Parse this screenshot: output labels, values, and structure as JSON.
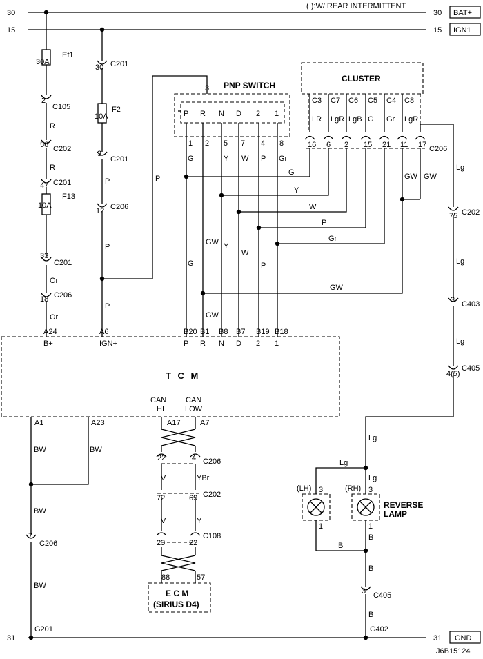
{
  "header": {
    "note": "( ):W/ REAR INTERMITTENT",
    "bus30": "30",
    "bus15": "15",
    "bus31": "31",
    "bat": "BAT+",
    "ign": "IGN1",
    "gnd": "GND"
  },
  "fuses": {
    "ef1": "Ef1",
    "ef1_amp": "30A",
    "f2": "F2",
    "f2_amp": "10A",
    "f13": "F13",
    "f13_amp": "10A"
  },
  "connectors": {
    "c105": "C105",
    "c202": "C202",
    "c201": "C201",
    "c206": "C206",
    "c108": "C108",
    "c403": "C403",
    "c405": "C405"
  },
  "pins": {
    "p2": "2",
    "p56": "56",
    "p47": "47",
    "p33": "33",
    "p18": "18",
    "p30": "30",
    "p3": "3",
    "p12": "12",
    "p75": "75",
    "p3b": "3",
    "p4_5": "4(5)",
    "p22": "22",
    "p4": "4",
    "p72": "72",
    "p69": "69",
    "p23": "23",
    "p22b": "22",
    "p88": "88",
    "p57": "57",
    "p7": "7",
    "p3c": "3"
  },
  "wires": {
    "R": "R",
    "Or": "Or",
    "P": "P",
    "G": "G",
    "GW": "GW",
    "Y": "Y",
    "W": "W",
    "Gr": "Gr",
    "Lg": "Lg",
    "LR": "LR",
    "LgR": "LgR",
    "LgB": "LgB",
    "BW": "BW",
    "V": "V",
    "YBr": "YBr",
    "B": "B"
  },
  "pnp": {
    "title": "PNP SWITCH",
    "feed_pin": "3",
    "positions": [
      "P",
      "R",
      "N",
      "D",
      "2",
      "1"
    ],
    "pins": [
      "1",
      "2",
      "5",
      "7",
      "4",
      "8"
    ],
    "wires": [
      "G",
      "GW",
      "Y",
      "W",
      "P",
      "Gr"
    ]
  },
  "cluster": {
    "title": "CLUSTER",
    "pins": [
      "C3",
      "C7",
      "C6",
      "C5",
      "C4",
      "C8"
    ],
    "wires": [
      "LR",
      "LgR",
      "LgB",
      "G",
      "Gr",
      "LgR"
    ],
    "c206_pins": [
      "16",
      "6",
      "2",
      "15",
      "21",
      "11",
      "17"
    ]
  },
  "tcm": {
    "title": "T C M",
    "top_pins": [
      "A24",
      "A6",
      "B20",
      "B1",
      "B8",
      "B7",
      "B19",
      "B18"
    ],
    "top_labels": [
      "B+",
      "IGN+",
      "P",
      "R",
      "N",
      "D",
      "2",
      "1"
    ],
    "can_hi": [
      "CAN",
      "HI"
    ],
    "can_low": [
      "CAN",
      "LOW"
    ],
    "bottom_pins": [
      "A1",
      "A23",
      "A17",
      "A7"
    ]
  },
  "ecm": {
    "title": "E C M",
    "subtitle": "(SIRIUS D4)"
  },
  "lamps": {
    "lh": "(LH)",
    "rh": "(RH)",
    "label1": "REVERSE",
    "label2": "LAMP",
    "pin_in": "3",
    "pin_out": "1"
  },
  "grounds": {
    "g201": "G201",
    "g402": "G402"
  },
  "code": "J6B15124"
}
